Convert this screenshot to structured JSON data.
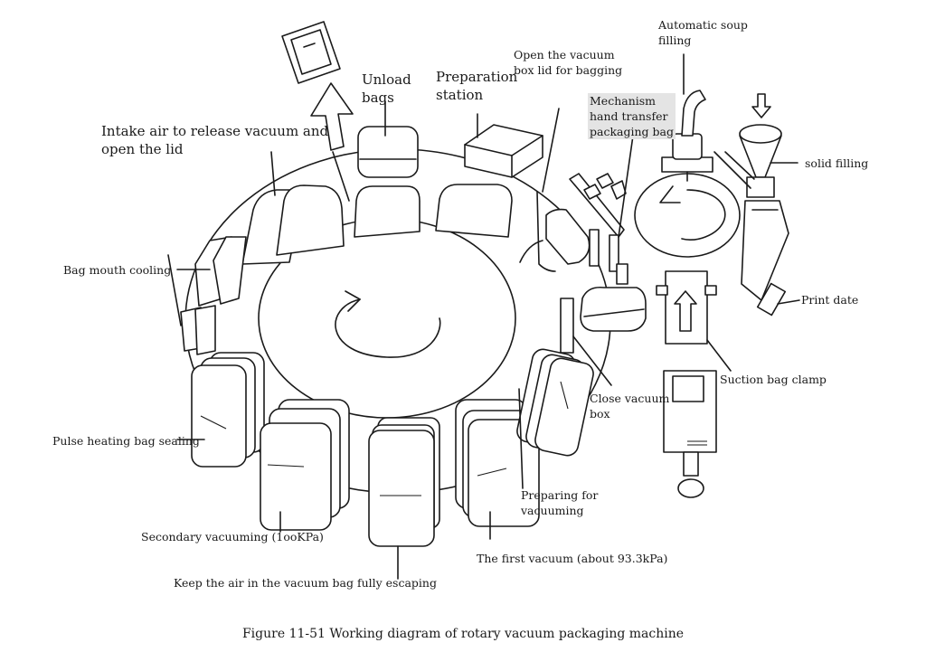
{
  "labels": {
    "unload_bags": "Unload\nbags",
    "preparation_station": "Preparation\nstation",
    "open_vacuum_box_lid": "Open the vacuum\nbox lid for bagging",
    "automatic_soup_filling": "Automatic soup\nfilling",
    "mechanism_hand_transfer": "Mechanism\nhand transfer\npackaging bag",
    "intake_air": "Intake air to release vacuum and\nopen the lid",
    "solid_filling": "solid filling",
    "bag_mouth_cooling": "Bag mouth cooling",
    "print_date": "Print date",
    "suction_bag_clamp": "Suction bag clamp",
    "close_vacuum_box": "Close vacuum\nbox",
    "pulse_heating": "Pulse heating bag sealing",
    "preparing_for_vacuuming": "Preparing for\nvacuuming",
    "secondary_vacuuming": "Secondary vacuuming (1ooKPa)",
    "first_vacuum": "The first vacuum (about 93.3kPa)",
    "keep_air": "Keep the air in the vacuum bag fully escaping"
  },
  "caption": "Figure 11-51 Working diagram of rotary vacuum packaging machine"
}
